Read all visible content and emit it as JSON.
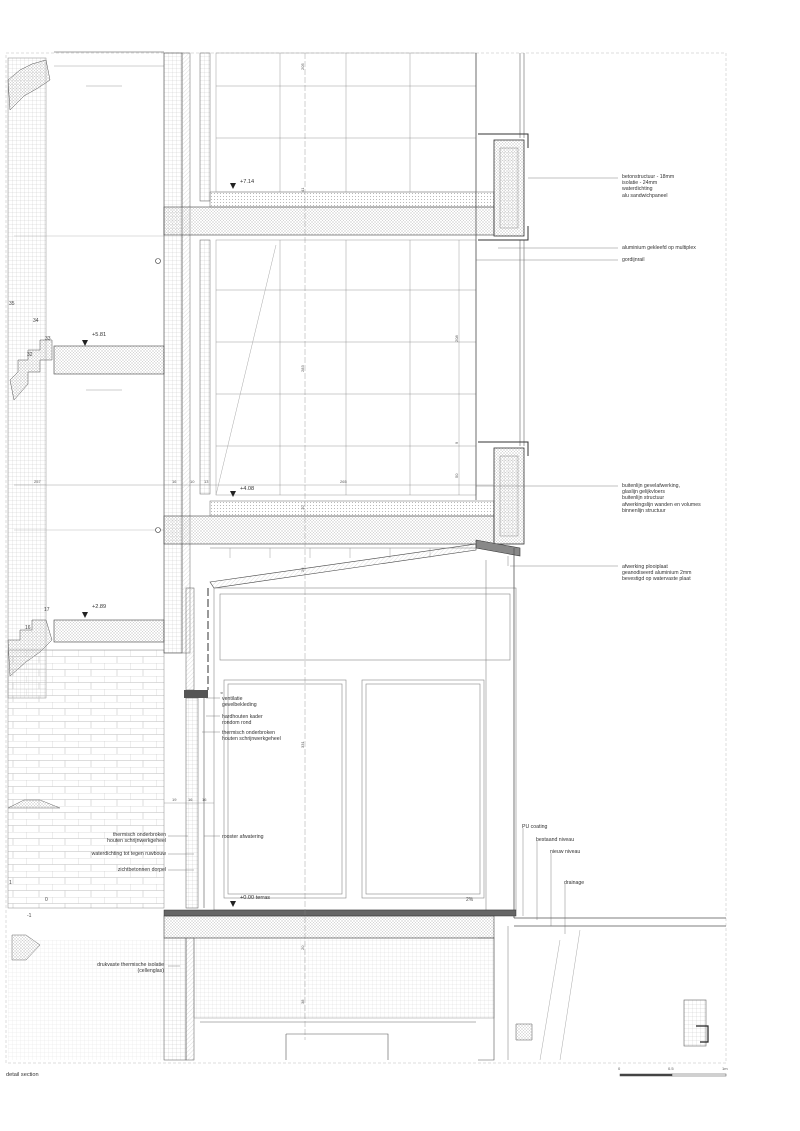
{
  "levels": {
    "l714": "+7.14",
    "l581": "+5.81",
    "l408": "+4.08",
    "l289": "+2.89",
    "l000": "+0.00 terras"
  },
  "stair_numbers": [
    "35",
    "34",
    "33",
    "32",
    "17",
    "16",
    "1",
    "0",
    "-1"
  ],
  "dimensions": {
    "d205": "205",
    "d41": "41",
    "d208": "208",
    "d283": "283",
    "d257": "257",
    "d16a": "16",
    "d10a": "10",
    "d13": "13",
    "d265": "265",
    "d50": "50",
    "d9": "9",
    "d10b": "10",
    "d26a": "26",
    "d331": "331",
    "d6": "6",
    "d19": "19",
    "d16b": "16",
    "d16c": "16",
    "d20": "20",
    "d38": "38",
    "slope": "2%"
  },
  "annotations_right": {
    "a1": [
      "betonstructuur - 18mm",
      "isolatie - 24mm",
      "waterdichting",
      "alu sandwichpaneel"
    ],
    "a2": [
      "aluminium gekleefd op multiplex"
    ],
    "a3": [
      "gordijnrail"
    ],
    "a4": [
      "buitenlijn gevelafwerking,",
      "glaslijn gelijkvloers",
      "buitenlijn structuur",
      "afwerkingslijn wanden en volumes",
      "binnenlijn structuur"
    ],
    "a5": [
      "afwerking plooiplaat",
      "geanodiseerd aluminium 2mm",
      "bevestigd op watervaste plaat"
    ]
  },
  "annotations_mid": {
    "m1": [
      "ventilatie",
      "gevelbekleding"
    ],
    "m2": [
      "hardhouten kader",
      "rondom rond"
    ],
    "m3": [
      "thermisch onderbroken",
      "houten schrijnwerkgeheel"
    ],
    "m4": [
      "rooster afwatering"
    ]
  },
  "annotations_left": {
    "left1": [
      "thermisch onderbroken",
      "houten schrijnwerkgeheel"
    ],
    "left2": [
      "waterdichting tot tegen ruwbouw"
    ],
    "left3": [
      "zichtbetonnen dorpel"
    ],
    "left4": [
      "drukvaste thermische isolatie",
      "(cellenglas)"
    ]
  },
  "annotations_ground": {
    "g1": "PU coating",
    "g2": "bestaand niveau",
    "g3": "nieuw niveau",
    "g4": "drainage"
  },
  "caption": "detail section",
  "scale": {
    "s0": "0",
    "s1": "0.5",
    "s2": "1m"
  }
}
